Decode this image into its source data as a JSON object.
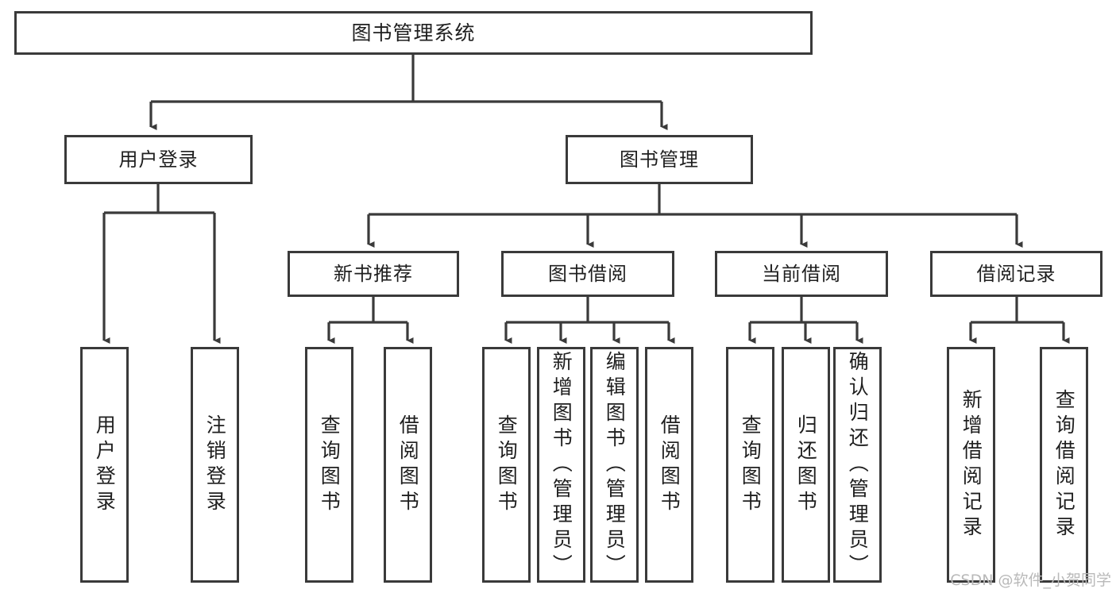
{
  "diagram": {
    "title": "图书管理系统",
    "type": "功能结构图",
    "stroke_color": "#3a3a3a",
    "text_color": "#1f1f1f",
    "background_color": "#ffffff"
  },
  "nodes": {
    "root": {
      "label": "图书管理系统"
    },
    "level1": [
      {
        "id": "user-login",
        "label": "用户登录"
      },
      {
        "id": "book-manage",
        "label": "图书管理"
      }
    ],
    "level2": [
      {
        "id": "new-book-recommend",
        "label": "新书推荐"
      },
      {
        "id": "book-borrow",
        "label": "图书借阅"
      },
      {
        "id": "current-borrow",
        "label": "当前借阅"
      },
      {
        "id": "borrow-record",
        "label": "借阅记录"
      }
    ],
    "leaves": [
      {
        "id": "leaf-user-login",
        "label": "用户登录",
        "parent": "user-login"
      },
      {
        "id": "leaf-user-logout",
        "label": "注销登录",
        "parent": "user-login"
      },
      {
        "id": "leaf-query-book-1",
        "label": "查询图书",
        "parent": "new-book-recommend"
      },
      {
        "id": "leaf-borrow-book-1",
        "label": "借阅图书",
        "parent": "new-book-recommend"
      },
      {
        "id": "leaf-query-book-2",
        "label": "查询图书",
        "parent": "book-borrow"
      },
      {
        "id": "leaf-add-book",
        "label": "新增图书（管理员）",
        "parent": "book-borrow"
      },
      {
        "id": "leaf-edit-book",
        "label": "编辑图书（管理员）",
        "parent": "book-borrow"
      },
      {
        "id": "leaf-borrow-book-2",
        "label": "借阅图书",
        "parent": "book-borrow"
      },
      {
        "id": "leaf-query-book-3",
        "label": "查询图书",
        "parent": "current-borrow"
      },
      {
        "id": "leaf-return-book",
        "label": "归还图书",
        "parent": "current-borrow"
      },
      {
        "id": "leaf-confirm-return",
        "label": "确认归还（管理员）",
        "parent": "current-borrow"
      },
      {
        "id": "leaf-add-record",
        "label": "新增借阅记录",
        "parent": "borrow-record"
      },
      {
        "id": "leaf-query-record",
        "label": "查询借阅记录",
        "parent": "borrow-record"
      }
    ]
  },
  "watermark": {
    "text": "CSDN @软件_小贺同学"
  }
}
